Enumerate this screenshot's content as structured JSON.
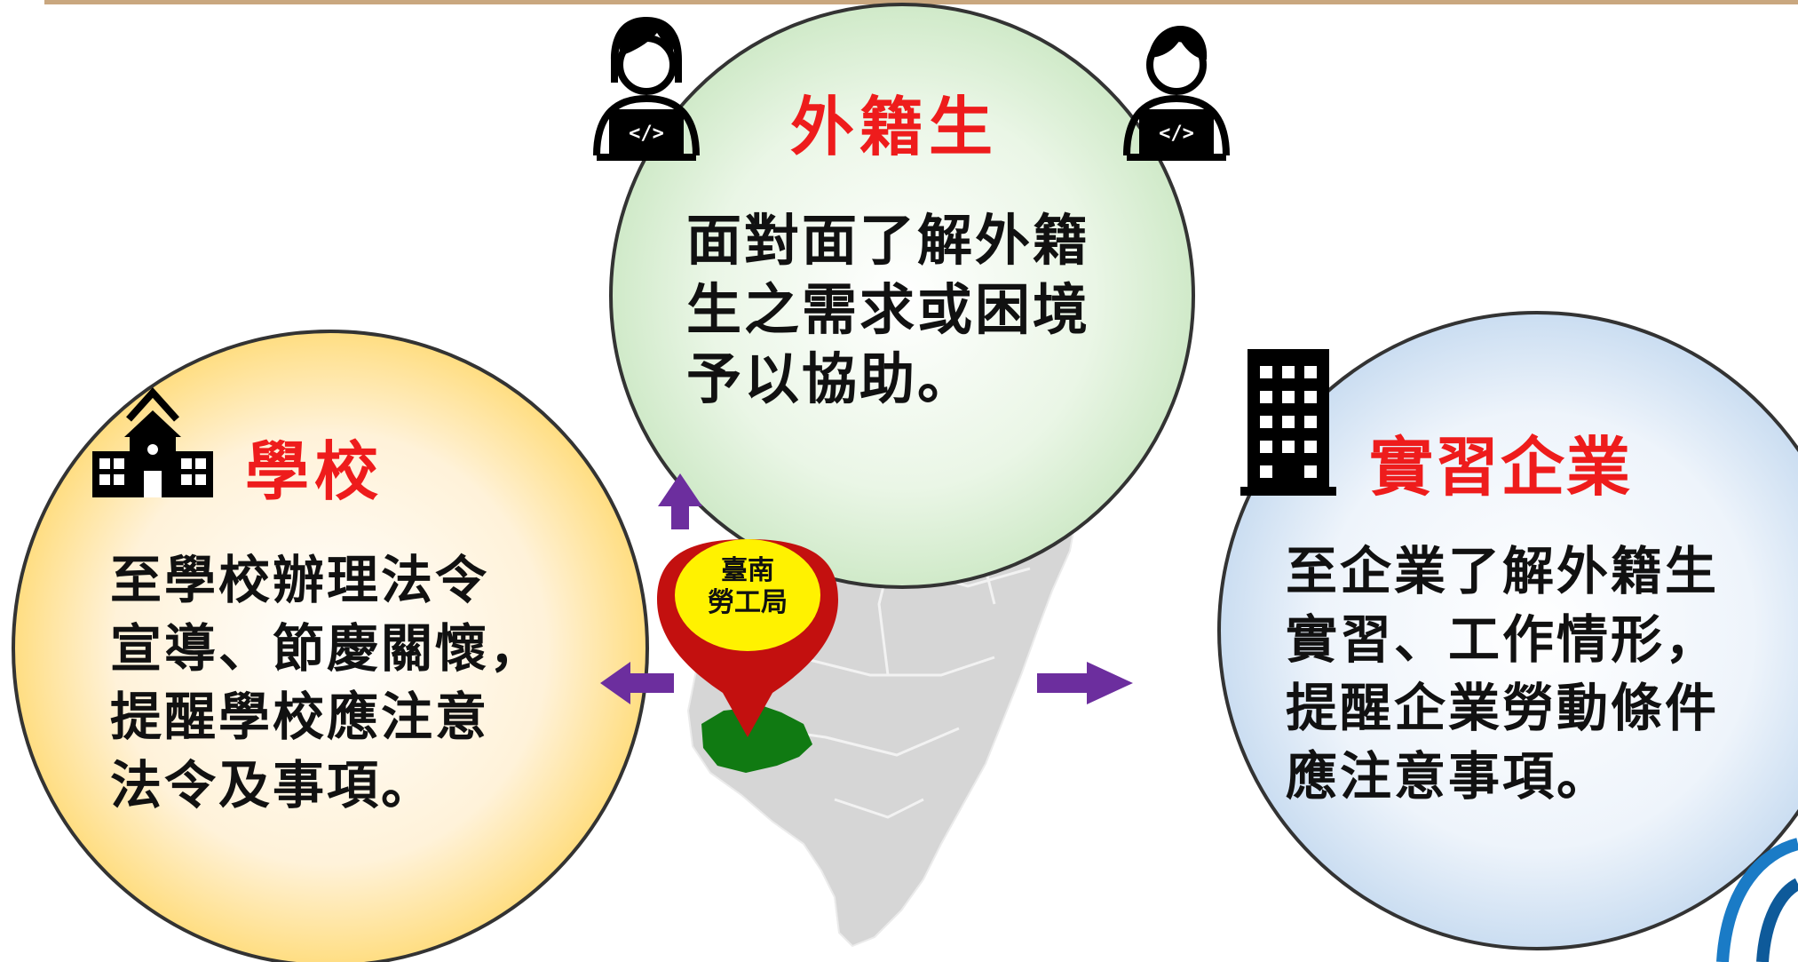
{
  "nodes": {
    "student": {
      "title": "外籍生",
      "text": "面對面了解外籍\n生之需求或困境\n予以協助。"
    },
    "school": {
      "title": "學校",
      "text": "至學校辦理法令\n宣導、節慶關懷，\n提醒學校應注意\n法令及事項。"
    },
    "enterprise": {
      "title": "實習企業",
      "text": "至企業了解外籍生\n實習、工作情形，\n提醒企業勞動條件\n應注意事項。"
    }
  },
  "center": {
    "label": "臺南\n勞工局"
  },
  "icons": {
    "student_left": "person-laptop-code-icon",
    "student_right": "person-laptop-code-icon",
    "school": "school-building-icon",
    "enterprise": "office-building-icon",
    "pin": "map-pin-icon",
    "map": "taiwan-map-icon"
  },
  "colors": {
    "title_red": "#ee1c1c",
    "arrow_purple": "#6c2e9e",
    "pin_red": "#c3100f",
    "pin_yellow": "#fff200",
    "tainan_green": "#107a12",
    "map_gray": "#d6d6d6"
  }
}
